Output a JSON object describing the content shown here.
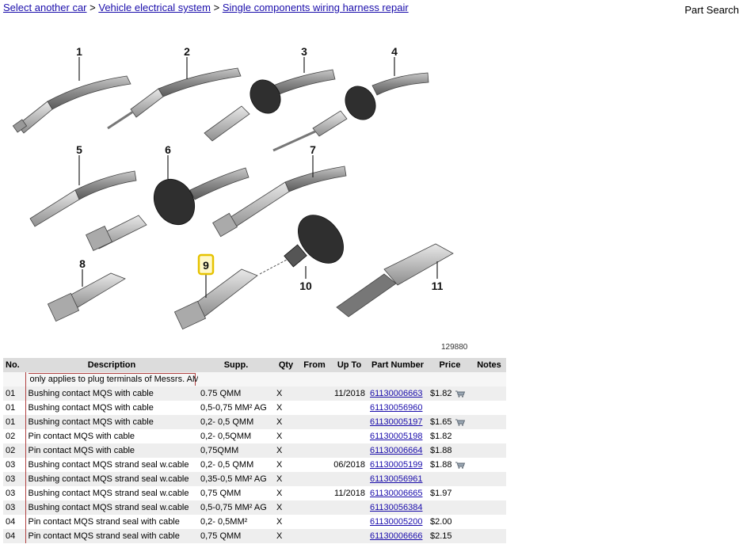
{
  "breadcrumb": {
    "items": [
      "Select another car",
      "Vehicle electrical system",
      "Single components wiring harness repair"
    ],
    "separator": ">"
  },
  "part_search_label": "Part Search",
  "diagram": {
    "id": "129880",
    "callouts": [
      "1",
      "2",
      "3",
      "4",
      "5",
      "6",
      "7",
      "8",
      "9",
      "10",
      "11"
    ],
    "highlighted": "9",
    "highlight_color": "#e6c200"
  },
  "table": {
    "headers": [
      "No.",
      "Description",
      "Supp.",
      "Qty",
      "From",
      "Up To",
      "Part Number",
      "Price",
      "Notes"
    ],
    "note": "only applies to plug terminals of Messrs. AMP / Tyco",
    "rows": [
      {
        "no": "01",
        "desc": "Bushing contact MQS with cable",
        "supp": "0.75 QMM",
        "qty": "X",
        "from": "",
        "upto": "11/2018",
        "part": "61130006663",
        "price": "$1.82",
        "cart": true
      },
      {
        "no": "01",
        "desc": "Bushing contact MQS with cable",
        "supp": "0,5-0,75 MM² AG",
        "qty": "X",
        "from": "",
        "upto": "",
        "part": "61130056960",
        "price": "",
        "cart": false
      },
      {
        "no": "01",
        "desc": "Bushing contact MQS with cable",
        "supp": "0,2- 0,5 QMM",
        "qty": "X",
        "from": "",
        "upto": "",
        "part": "61130005197",
        "price": "$1.65",
        "cart": true
      },
      {
        "no": "02",
        "desc": "Pin contact MQS with cable",
        "supp": "0,2- 0,5QMM",
        "qty": "X",
        "from": "",
        "upto": "",
        "part": "61130005198",
        "price": "$1.82",
        "cart": false
      },
      {
        "no": "02",
        "desc": "Pin contact MQS with cable",
        "supp": "0,75QMM",
        "qty": "X",
        "from": "",
        "upto": "",
        "part": "61130006664",
        "price": "$1.88",
        "cart": false
      },
      {
        "no": "03",
        "desc": "Bushing contact MQS strand seal w.cable",
        "supp": "0,2- 0,5 QMM",
        "qty": "X",
        "from": "",
        "upto": "06/2018",
        "part": "61130005199",
        "price": "$1.88",
        "cart": true
      },
      {
        "no": "03",
        "desc": "Bushing contact MQS strand seal w.cable",
        "supp": "0,35-0,5 MM² AG",
        "qty": "X",
        "from": "",
        "upto": "",
        "part": "61130056961",
        "price": "",
        "cart": false
      },
      {
        "no": "03",
        "desc": "Bushing contact MQS strand seal w.cable",
        "supp": "0,75 QMM",
        "qty": "X",
        "from": "",
        "upto": "11/2018",
        "part": "61130006665",
        "price": "$1.97",
        "cart": false
      },
      {
        "no": "03",
        "desc": "Bushing contact MQS strand seal w.cable",
        "supp": "0,5-0,75 MM² AG",
        "qty": "X",
        "from": "",
        "upto": "",
        "part": "61130056384",
        "price": "",
        "cart": false
      },
      {
        "no": "04",
        "desc": "Pin contact MQS strand seal with cable",
        "supp": "0,2- 0,5MM²",
        "qty": "X",
        "from": "",
        "upto": "",
        "part": "61130005200",
        "price": "$2.00",
        "cart": false
      },
      {
        "no": "04",
        "desc": "Pin contact MQS strand seal with cable",
        "supp": "0,75 QMM",
        "qty": "X",
        "from": "",
        "upto": "",
        "part": "61130006666",
        "price": "$2.15",
        "cart": false
      }
    ]
  }
}
